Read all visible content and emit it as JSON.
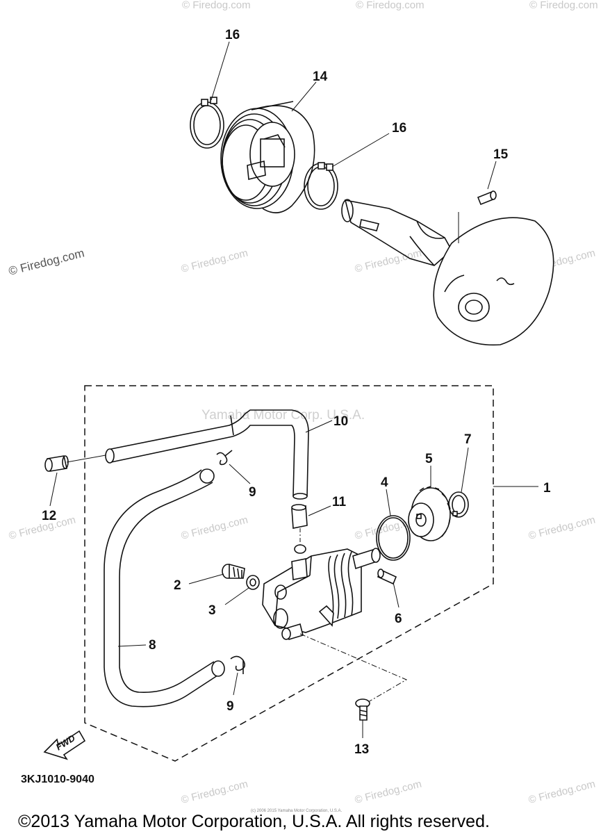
{
  "callouts": {
    "c1": "1",
    "c2": "2",
    "c3": "3",
    "c4": "4",
    "c5": "5",
    "c6": "6",
    "c7": "7",
    "c8": "8",
    "c9a": "9",
    "c9b": "9",
    "c10": "10",
    "c11": "11",
    "c12": "12",
    "c13": "13",
    "c14": "14",
    "c15": "15",
    "c16a": "16",
    "c16b": "16"
  },
  "fwd_label": "FWD",
  "diagram_code": "3KJ1010-9040",
  "watermark_text": "© Firedog.com",
  "faint_watermark": "Yamaha Motor Corp. U.S.A.",
  "tiny_footer": "(c) 2006 2015 Yamaha Motor Corporation, U.S.A.",
  "copyright": "©2013 Yamaha Motor Corporation, U.S.A. All rights reserved."
}
